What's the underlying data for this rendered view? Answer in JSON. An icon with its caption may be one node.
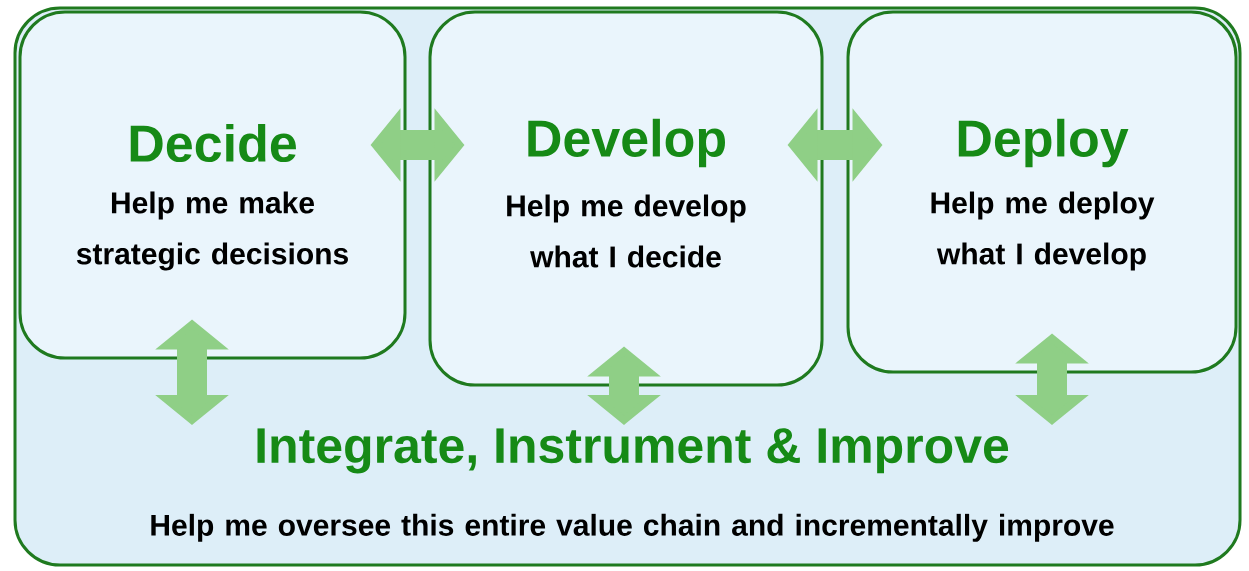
{
  "diagram": {
    "nodes": [
      {
        "text": [],
        "shape": "box"
      },
      {
        "text": [
          "Decide",
          "Help me make strategic decisions"
        ],
        "in": 0
      },
      {
        "text": [
          "Develop",
          "Help me develop what I decide"
        ],
        "in": 0
      },
      {
        "text": [
          "Deploy",
          "Help me deploy what I develop"
        ],
        "in": 0
      },
      {
        "text": [
          "Integrate, Instrument & Improve",
          "Help me oversee this entire value chain and incrementally improve"
        ],
        "in": 0
      }
    ],
    "edges": [
      {
        "from": 1,
        "to": 2,
        "arrow": "both"
      },
      {
        "from": 2,
        "to": 3,
        "arrow": "both"
      },
      {
        "from": 1,
        "to": 4,
        "arrow": "both"
      },
      {
        "from": 2,
        "to": 4,
        "arrow": "both"
      },
      {
        "from": 3,
        "to": 4,
        "arrow": "both"
      }
    ]
  }
}
